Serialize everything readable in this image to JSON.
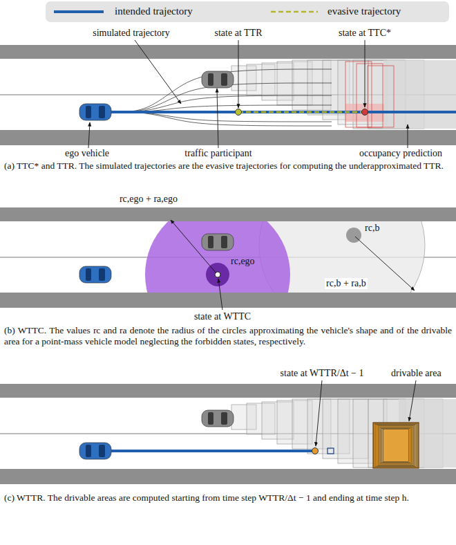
{
  "diagram": {
    "labels": [
      "simulated trajectory",
      "state at TTR",
      "state at TTC*",
      "ego vehicle",
      "traffic participant",
      "occupancy prediction",
      "(a) TTC* and TTR. The simulated trajectories are the evasive trajectories for computing the underapproximated TTR.",
      "rc,ego + ra,ego",
      "rc,b",
      "rc,ego",
      "rc,b + ra,b",
      "state at WTTC",
      "(b) WTTC. The values rc and ra denote the radius of the circles approximating the vehicle's shape and of the drivable area for a point-mass vehicle model neglecting the forbidden states, respectively.",
      "state at WTTR/Δt − 1",
      "drivable area",
      "(c) WTTR. The drivable areas are computed starting from time step WTTR/Δt − 1 and ending at time step h."
    ],
    "legend": [
      {
        "text": "intended trajectory"
      },
      {
        "text": "evasive trajectory"
      }
    ]
  }
}
